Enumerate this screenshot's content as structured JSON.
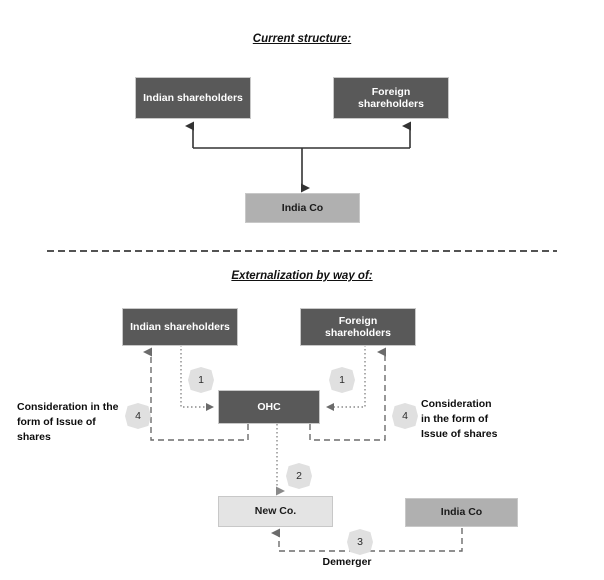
{
  "sections": [
    {
      "id": "current",
      "title": "Current structure:"
    },
    {
      "id": "externalization",
      "title": "Externalization by way of:"
    }
  ],
  "colors": {
    "dark_box": "#595959",
    "mid_box": "#b0b0b0",
    "light_box": "#e4e4e4",
    "badge": "#e0e0e0",
    "connector": "#595959",
    "divider": "#1a1a1a"
  },
  "current_structure": {
    "nodes": [
      {
        "id": "indian-shareholders-top",
        "label": "Indian shareholders",
        "style": "dark"
      },
      {
        "id": "foreign-shareholders-top",
        "label": "Foreign\nshareholders",
        "style": "dark"
      },
      {
        "id": "india-co-top",
        "label": "India Co",
        "style": "mid"
      }
    ]
  },
  "externalization": {
    "nodes": [
      {
        "id": "indian-shareholders",
        "label": "Indian shareholders",
        "style": "dark"
      },
      {
        "id": "foreign-shareholders",
        "label": "Foreign\nshareholders",
        "style": "dark"
      },
      {
        "id": "ohc",
        "label": "OHC",
        "style": "dark"
      },
      {
        "id": "new-co",
        "label": "New Co.",
        "style": "light"
      },
      {
        "id": "india-co",
        "label": "India Co",
        "style": "mid"
      }
    ],
    "badges": [
      {
        "id": "badge-1-left",
        "value": "1"
      },
      {
        "id": "badge-1-right",
        "value": "1"
      },
      {
        "id": "badge-4-left",
        "value": "4"
      },
      {
        "id": "badge-4-right",
        "value": "4"
      },
      {
        "id": "badge-2",
        "value": "2"
      },
      {
        "id": "badge-3",
        "value": "3"
      }
    ],
    "annotations": [
      {
        "id": "consideration-left",
        "text": "Consideration in the\nform of Issue of\nshares"
      },
      {
        "id": "consideration-right",
        "text": "Consideration\nin the form of\nIssue of shares"
      },
      {
        "id": "demerger",
        "text": "Demerger"
      }
    ]
  }
}
